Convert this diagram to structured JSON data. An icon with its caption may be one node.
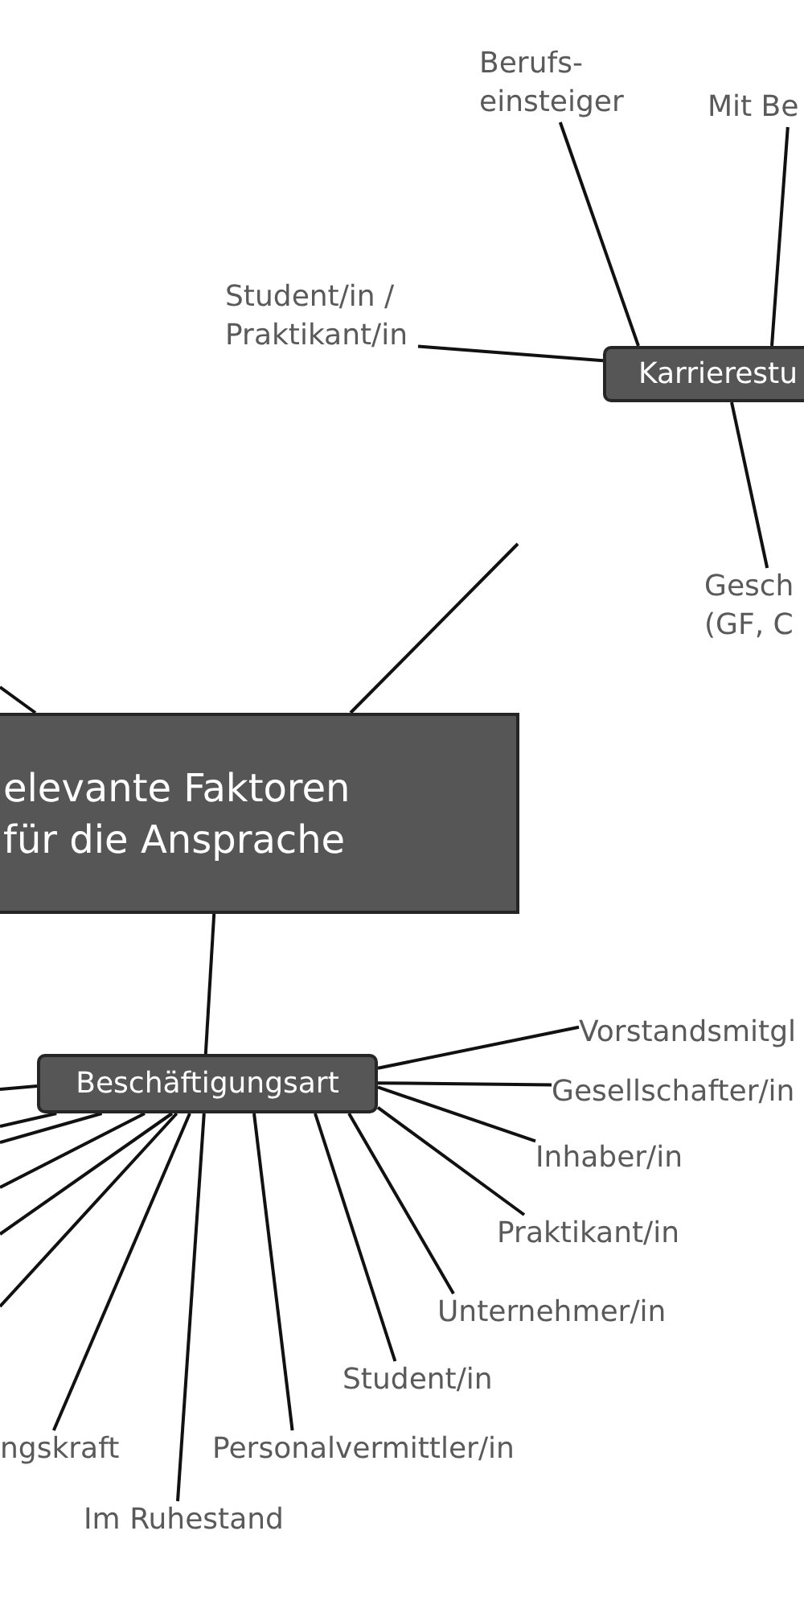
{
  "diagram": {
    "nodes": [
      {
        "text": [
          "Berufs- einsteiger"
        ]
      },
      {
        "text": [
          "Mit Be"
        ]
      },
      {
        "text": [
          "Student/in / Praktikant/in"
        ]
      },
      {
        "text": [
          "Karrierestu"
        ]
      },
      {
        "text": [
          "Gesch (GF, C"
        ]
      },
      {
        "text": [
          "elevante Faktoren für die Ansprache"
        ]
      },
      {
        "text": [
          "Beschäftigungsart"
        ]
      },
      {
        "text": [
          "Vorstandsmitgl"
        ]
      },
      {
        "text": [
          "Gesellschafter/in"
        ]
      },
      {
        "text": [
          "Inhaber/in"
        ]
      },
      {
        "text": [
          "Praktikant/in"
        ]
      },
      {
        "text": [
          "Unternehmer/in"
        ]
      },
      {
        "text": [
          "Student/in"
        ]
      },
      {
        "text": [
          "ngskraft"
        ]
      },
      {
        "text": [
          "Personalvermittler/in"
        ]
      },
      {
        "text": [
          "Im Ruhestand"
        ]
      }
    ],
    "edges": [
      {
        "from": 3,
        "to": 0,
        "arrow": "none"
      },
      {
        "from": 3,
        "to": 1,
        "arrow": "none"
      },
      {
        "from": 3,
        "to": 2,
        "arrow": "none"
      },
      {
        "from": 3,
        "to": 4,
        "arrow": "none"
      },
      {
        "from": 5,
        "to": null,
        "arrow": "none"
      },
      {
        "from": 5,
        "to": null,
        "arrow": "none"
      },
      {
        "from": 5,
        "to": 6,
        "arrow": "none"
      },
      {
        "from": 6,
        "to": 7,
        "arrow": "none"
      },
      {
        "from": 6,
        "to": 8,
        "arrow": "none"
      },
      {
        "from": 6,
        "to": 9,
        "arrow": "none"
      },
      {
        "from": 6,
        "to": 10,
        "arrow": "none"
      },
      {
        "from": 6,
        "to": 11,
        "arrow": "none"
      },
      {
        "from": 6,
        "to": 12,
        "arrow": "none"
      },
      {
        "from": 6,
        "to": 14,
        "arrow": "none"
      },
      {
        "from": 6,
        "to": 15,
        "arrow": "none"
      },
      {
        "from": 6,
        "to": 13,
        "arrow": "none"
      },
      {
        "from": 6,
        "to": null,
        "arrow": "none"
      },
      {
        "from": 6,
        "to": null,
        "arrow": "none"
      },
      {
        "from": 6,
        "to": null,
        "arrow": "none"
      },
      {
        "from": 6,
        "to": null,
        "arrow": "none"
      },
      {
        "from": 6,
        "to": null,
        "arrow": "none"
      },
      {
        "from": 6,
        "to": null,
        "arrow": "none"
      }
    ]
  }
}
